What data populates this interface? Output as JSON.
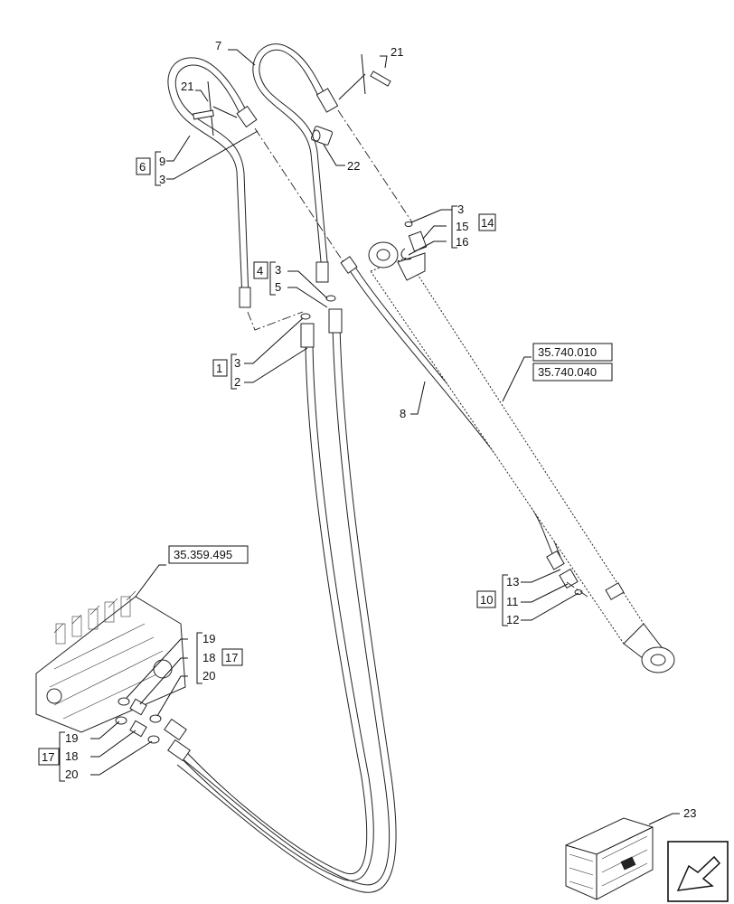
{
  "callouts": {
    "n7": "7",
    "n21a": "21",
    "n21b": "21",
    "n6": "6",
    "n9": "9",
    "n3a": "3",
    "n22": "22",
    "n3b": "3",
    "n15": "15",
    "n14": "14",
    "n16": "16",
    "n4": "4",
    "n3c": "3",
    "n5": "5",
    "n1": "1",
    "n3d": "3",
    "n2": "2",
    "n8": "8",
    "n13": "13",
    "n10": "10",
    "n11": "11",
    "n12": "12",
    "n19a": "19",
    "n18a": "18",
    "n17a": "17",
    "n20a": "20",
    "n17b": "17",
    "n19b": "19",
    "n18b": "18",
    "n20b": "20",
    "n23": "23"
  },
  "references": {
    "cylinder_ref1": "35.740.010",
    "cylinder_ref2": "35.740.040",
    "valve_ref": "35.359.495"
  },
  "icons": {
    "kit_box": "crate-icon",
    "navigation": "next-page-arrow-icon"
  }
}
